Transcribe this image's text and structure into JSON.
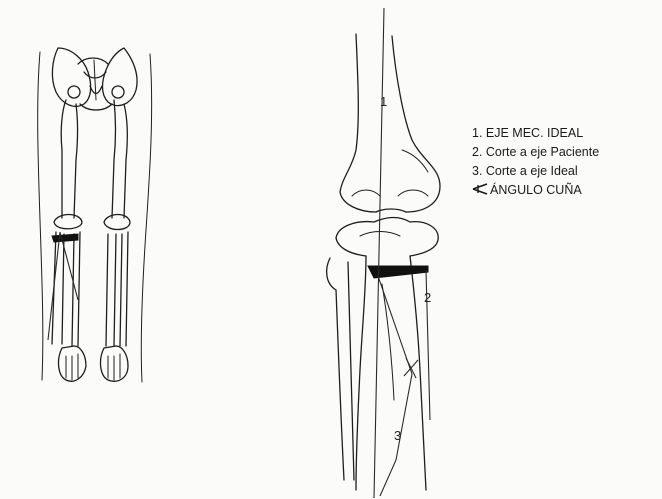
{
  "figure": {
    "axis_labels": {
      "axis1": "1",
      "axis2": "2",
      "axis3": "3"
    },
    "legend": [
      {
        "text": "1. EJE MEC. IDEAL"
      },
      {
        "text": "2. Corte a eje Paciente"
      },
      {
        "text": "3. Corte a eje Ideal"
      },
      {
        "text": "ÁNGULO CUÑA",
        "icon": "wedge-angle-icon"
      }
    ]
  }
}
